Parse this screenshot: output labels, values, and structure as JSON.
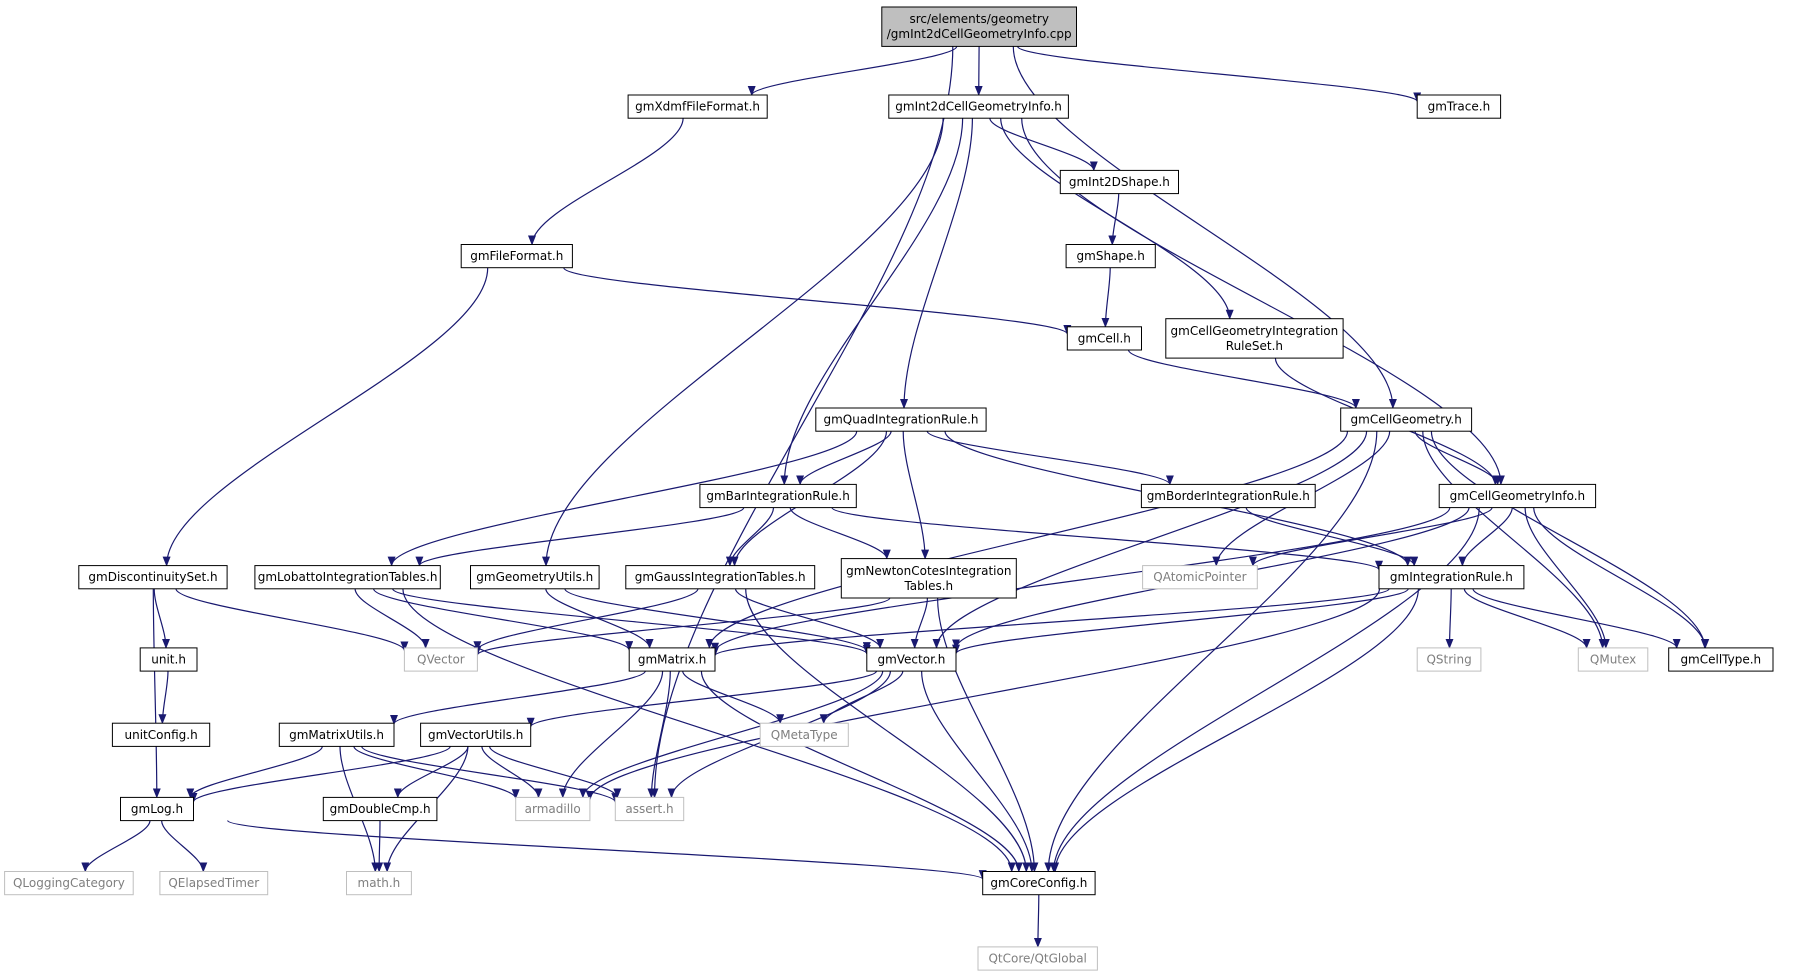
{
  "colors": {
    "edge": "#191970",
    "main_fill": "#bfbfbf",
    "external_border": "#bfbfbf",
    "external_text": "#7f7f7f"
  },
  "nodes": {
    "root": {
      "lines": [
        "src/elements/geometry",
        "/gmInt2dCellGeometryInfo.cpp"
      ],
      "kind": "main"
    },
    "xdmf": {
      "lines": [
        "gmXdmfFileFormat.h"
      ],
      "kind": "normal"
    },
    "int2dinfo": {
      "lines": [
        "gmInt2dCellGeometryInfo.h"
      ],
      "kind": "normal"
    },
    "trace": {
      "lines": [
        "gmTrace.h"
      ],
      "kind": "normal"
    },
    "int2dshape": {
      "lines": [
        "gmInt2DShape.h"
      ],
      "kind": "normal"
    },
    "shape": {
      "lines": [
        "gmShape.h"
      ],
      "kind": "normal"
    },
    "fileformat": {
      "lines": [
        "gmFileFormat.h"
      ],
      "kind": "normal"
    },
    "cell": {
      "lines": [
        "gmCell.h"
      ],
      "kind": "normal"
    },
    "cgirs": {
      "lines": [
        "gmCellGeometryIntegration",
        "RuleSet.h"
      ],
      "kind": "normal"
    },
    "cellgeom": {
      "lines": [
        "gmCellGeometry.h"
      ],
      "kind": "normal"
    },
    "quad": {
      "lines": [
        "gmQuadIntegrationRule.h"
      ],
      "kind": "normal"
    },
    "bar": {
      "lines": [
        "gmBarIntegrationRule.h"
      ],
      "kind": "normal"
    },
    "border": {
      "lines": [
        "gmBorderIntegrationRule.h"
      ],
      "kind": "normal"
    },
    "cgi": {
      "lines": [
        "gmCellGeometryInfo.h"
      ],
      "kind": "normal"
    },
    "discont": {
      "lines": [
        "gmDiscontinuitySet.h"
      ],
      "kind": "normal"
    },
    "lobatto": {
      "lines": [
        "gmLobattoIntegrationTables.h"
      ],
      "kind": "normal"
    },
    "geomutils": {
      "lines": [
        "gmGeometryUtils.h"
      ],
      "kind": "normal"
    },
    "gauss": {
      "lines": [
        "gmGaussIntegrationTables.h"
      ],
      "kind": "normal"
    },
    "newton": {
      "lines": [
        "gmNewtonCotesIntegration",
        "Tables.h"
      ],
      "kind": "normal"
    },
    "qatomic": {
      "lines": [
        "QAtomicPointer"
      ],
      "kind": "external"
    },
    "introle": {
      "lines": [
        "gmIntegrationRule.h"
      ],
      "kind": "normal"
    },
    "unit": {
      "lines": [
        "unit.h"
      ],
      "kind": "normal"
    },
    "qvector": {
      "lines": [
        "QVector"
      ],
      "kind": "external"
    },
    "matrix": {
      "lines": [
        "gmMatrix.h"
      ],
      "kind": "normal"
    },
    "vector": {
      "lines": [
        "gmVector.h"
      ],
      "kind": "normal"
    },
    "qstring": {
      "lines": [
        "QString"
      ],
      "kind": "external"
    },
    "qmutex": {
      "lines": [
        "QMutex"
      ],
      "kind": "external"
    },
    "celltype": {
      "lines": [
        "gmCellType.h"
      ],
      "kind": "normal"
    },
    "unitconfig": {
      "lines": [
        "unitConfig.h"
      ],
      "kind": "normal"
    },
    "qmetatype": {
      "lines": [
        "QMetaType"
      ],
      "kind": "external"
    },
    "matrixutils": {
      "lines": [
        "gmMatrixUtils.h"
      ],
      "kind": "normal"
    },
    "vectorutils": {
      "lines": [
        "gmVectorUtils.h"
      ],
      "kind": "normal"
    },
    "log": {
      "lines": [
        "gmLog.h"
      ],
      "kind": "normal"
    },
    "doublecmp": {
      "lines": [
        "gmDoubleCmp.h"
      ],
      "kind": "normal"
    },
    "armadillo": {
      "lines": [
        "armadillo"
      ],
      "kind": "external"
    },
    "assert": {
      "lines": [
        "assert.h"
      ],
      "kind": "external"
    },
    "qlogcat": {
      "lines": [
        "QLoggingCategory"
      ],
      "kind": "external"
    },
    "qelapsed": {
      "lines": [
        "QElapsedTimer"
      ],
      "kind": "external"
    },
    "math": {
      "lines": [
        "math.h"
      ],
      "kind": "external"
    },
    "coreconfig": {
      "lines": [
        "gmCoreConfig.h"
      ],
      "kind": "normal"
    },
    "qtglobal": {
      "lines": [
        "QtCore/QtGlobal"
      ],
      "kind": "external"
    }
  },
  "edges": [
    [
      "root",
      "xdmf"
    ],
    [
      "root",
      "int2dinfo"
    ],
    [
      "root",
      "trace"
    ],
    [
      "root",
      "cellgeom"
    ],
    [
      "root",
      "assert"
    ],
    [
      "xdmf",
      "fileformat"
    ],
    [
      "int2dinfo",
      "int2dshape"
    ],
    [
      "int2dinfo",
      "cgirs"
    ],
    [
      "int2dinfo",
      "quad"
    ],
    [
      "int2dinfo",
      "bar"
    ],
    [
      "int2dinfo",
      "geomutils"
    ],
    [
      "int2dinfo",
      "cgi"
    ],
    [
      "int2dshape",
      "shape"
    ],
    [
      "shape",
      "cell"
    ],
    [
      "fileformat",
      "cell"
    ],
    [
      "fileformat",
      "discont"
    ],
    [
      "cell",
      "cellgeom"
    ],
    [
      "cgirs",
      "cgi"
    ],
    [
      "cellgeom",
      "cgi"
    ],
    [
      "cellgeom",
      "qatomic"
    ],
    [
      "cellgeom",
      "vector"
    ],
    [
      "cellgeom",
      "matrix"
    ],
    [
      "cellgeom",
      "qmutex"
    ],
    [
      "cellgeom",
      "celltype"
    ],
    [
      "cellgeom",
      "coreconfig"
    ],
    [
      "quad",
      "bar"
    ],
    [
      "quad",
      "border"
    ],
    [
      "quad",
      "lobatto"
    ],
    [
      "quad",
      "gauss"
    ],
    [
      "quad",
      "newton"
    ],
    [
      "quad",
      "introle"
    ],
    [
      "bar",
      "lobatto"
    ],
    [
      "bar",
      "gauss"
    ],
    [
      "bar",
      "newton"
    ],
    [
      "bar",
      "introle"
    ],
    [
      "border",
      "introle"
    ],
    [
      "cgi",
      "introle"
    ],
    [
      "cgi",
      "qatomic"
    ],
    [
      "cgi",
      "vector"
    ],
    [
      "cgi",
      "matrix"
    ],
    [
      "cgi",
      "qmutex"
    ],
    [
      "cgi",
      "celltype"
    ],
    [
      "cgi",
      "coreconfig"
    ],
    [
      "introle",
      "matrix"
    ],
    [
      "introle",
      "vector"
    ],
    [
      "introle",
      "qstring"
    ],
    [
      "introle",
      "qmutex"
    ],
    [
      "introle",
      "celltype"
    ],
    [
      "introle",
      "armadillo"
    ],
    [
      "introle",
      "coreconfig"
    ],
    [
      "discont",
      "unit"
    ],
    [
      "discont",
      "qvector"
    ],
    [
      "discont",
      "log"
    ],
    [
      "lobatto",
      "qvector"
    ],
    [
      "lobatto",
      "matrix"
    ],
    [
      "lobatto",
      "vector"
    ],
    [
      "lobatto",
      "coreconfig"
    ],
    [
      "geomutils",
      "matrix"
    ],
    [
      "geomutils",
      "vector"
    ],
    [
      "gauss",
      "qvector"
    ],
    [
      "gauss",
      "vector"
    ],
    [
      "gauss",
      "coreconfig"
    ],
    [
      "newton",
      "qvector"
    ],
    [
      "newton",
      "vector"
    ],
    [
      "newton",
      "coreconfig"
    ],
    [
      "unit",
      "unitconfig"
    ],
    [
      "matrix",
      "qmetatype"
    ],
    [
      "matrix",
      "matrixutils"
    ],
    [
      "matrix",
      "armadillo"
    ],
    [
      "matrix",
      "assert"
    ],
    [
      "matrix",
      "coreconfig"
    ],
    [
      "vector",
      "qmetatype"
    ],
    [
      "vector",
      "vectorutils"
    ],
    [
      "vector",
      "armadillo"
    ],
    [
      "vector",
      "assert"
    ],
    [
      "vector",
      "coreconfig"
    ],
    [
      "matrixutils",
      "log"
    ],
    [
      "matrixutils",
      "armadillo"
    ],
    [
      "matrixutils",
      "assert"
    ],
    [
      "matrixutils",
      "math"
    ],
    [
      "vectorutils",
      "log"
    ],
    [
      "vectorutils",
      "doublecmp"
    ],
    [
      "vectorutils",
      "armadillo"
    ],
    [
      "vectorutils",
      "assert"
    ],
    [
      "vectorutils",
      "math"
    ],
    [
      "log",
      "qlogcat"
    ],
    [
      "log",
      "qelapsed"
    ],
    [
      "log",
      "coreconfig"
    ],
    [
      "doublecmp",
      "math"
    ],
    [
      "coreconfig",
      "qtglobal"
    ]
  ]
}
